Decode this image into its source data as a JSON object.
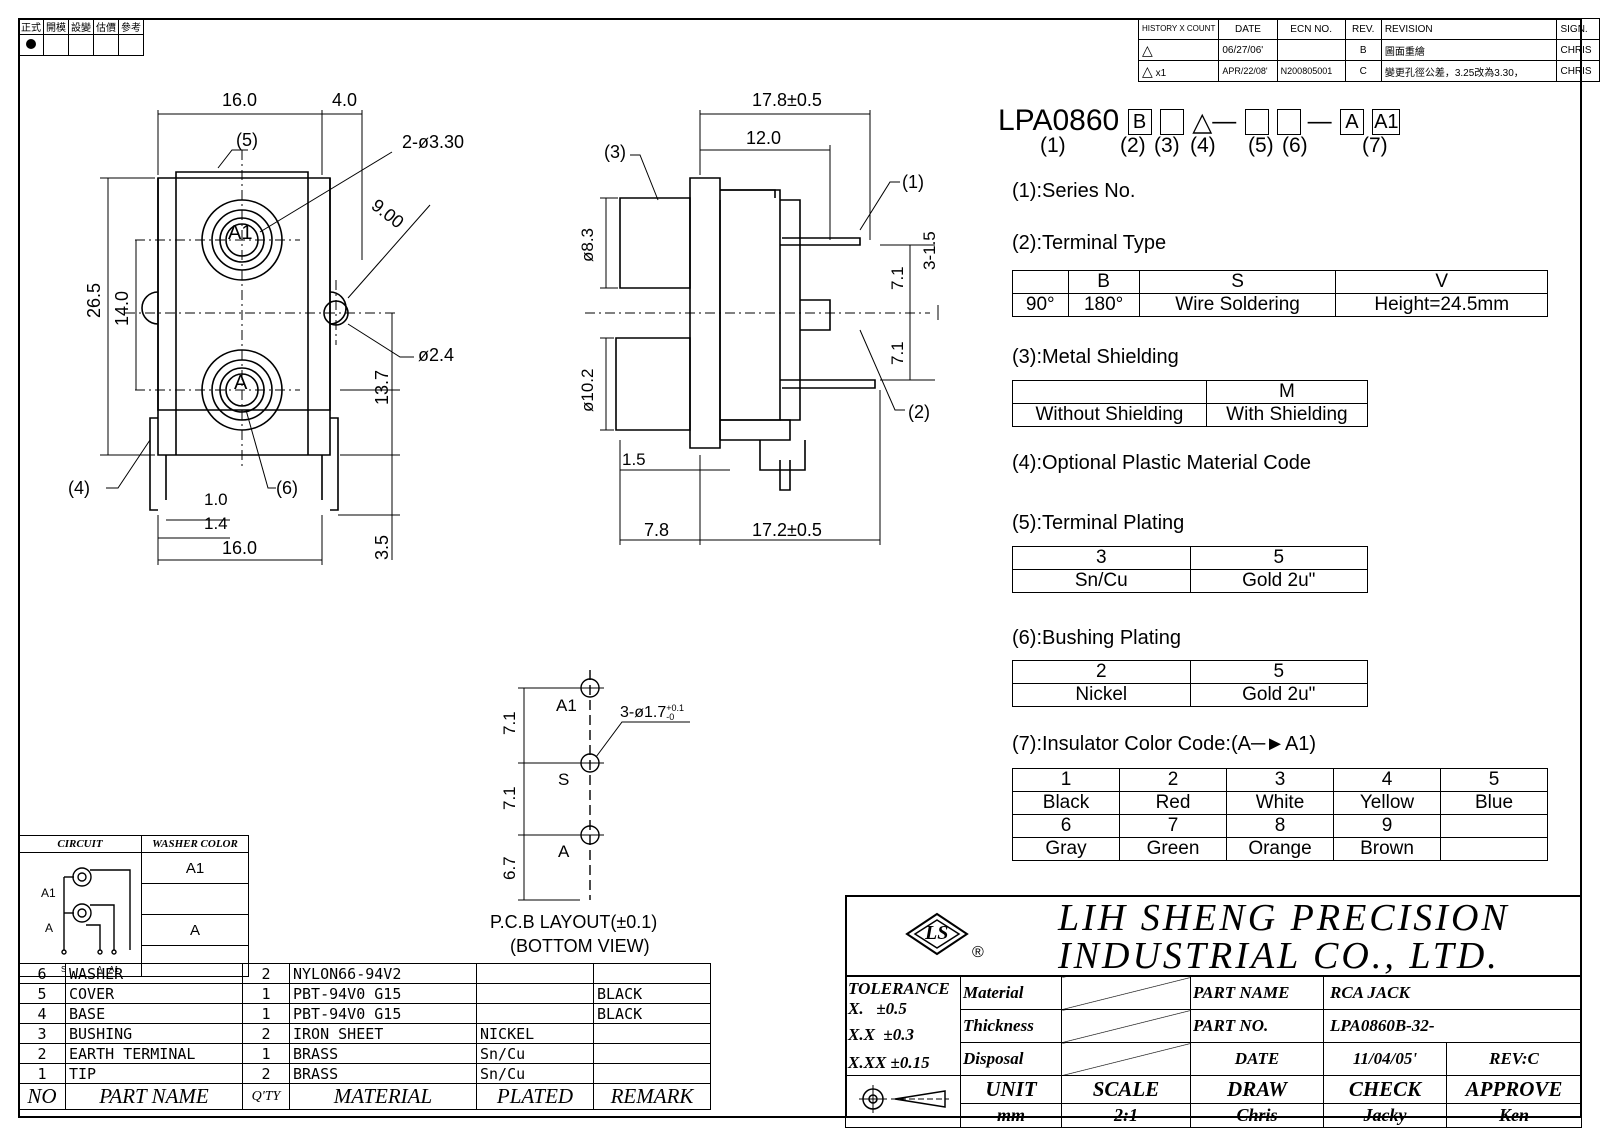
{
  "corner_stamp": {
    "labels": [
      "正式",
      "開模",
      "設變",
      "估價",
      "參考"
    ]
  },
  "history": {
    "headers": [
      "HISTORY X COUNT",
      "DATE",
      "ECN NO.",
      "REV.",
      "REVISION",
      "SIGN."
    ],
    "rows": [
      {
        "count": "",
        "date": "06/27/06'",
        "ecn": "",
        "rev": "B",
        "revision": "圖面重繪",
        "sign": "CHRIS"
      },
      {
        "count": "x1",
        "date": "APR/22/08'",
        "ecn": "N200805001",
        "rev": "C",
        "revision": "變更孔徑公差，3.25改為3.30，",
        "sign": "CHRIS"
      }
    ]
  },
  "part_code": {
    "prefix": "LPA0860",
    "boxes": [
      "B",
      "",
      "△",
      "",
      "",
      "A",
      "A1"
    ],
    "indices": [
      "(1)",
      "(2)",
      "(3)",
      "(4)",
      "(5)",
      "(6)",
      "(7)"
    ]
  },
  "options": {
    "series_no": "(1):Series No.",
    "terminal_type": {
      "title": "(2):Terminal Type",
      "header": [
        "",
        "B",
        "S",
        "V"
      ],
      "row": [
        "90°",
        "180°",
        "Wire Soldering",
        "Height=24.5mm"
      ]
    },
    "metal_shielding": {
      "title": "(3):Metal Shielding",
      "header": [
        "",
        "M"
      ],
      "row": [
        "Without Shielding",
        "With Shielding"
      ]
    },
    "plastic_material": {
      "title": "(4):Optional Plastic Material Code"
    },
    "terminal_plating": {
      "title": "(5):Terminal Plating",
      "header": [
        "3",
        "5"
      ],
      "row": [
        "Sn/Cu",
        "Gold 2u\""
      ]
    },
    "bushing_plating": {
      "title": "(6):Bushing Plating",
      "header": [
        "2",
        "5"
      ],
      "row": [
        "Nickel",
        "Gold 2u\""
      ]
    },
    "insulator_color": {
      "title": "(7):Insulator Color Code:(A",
      "title_end": "A1)",
      "rows": [
        [
          "1",
          "2",
          "3",
          "4",
          "5"
        ],
        [
          "Black",
          "Red",
          "White",
          "Yellow",
          "Blue"
        ],
        [
          "6",
          "7",
          "8",
          "9",
          ""
        ],
        [
          "Gray",
          "Green",
          "Orange",
          "Brown",
          ""
        ]
      ]
    }
  },
  "front_view": {
    "dims": {
      "w16": "16.0",
      "w4": "4.0",
      "h265": "26.5",
      "h14": "14.0",
      "h137": "13.7",
      "d33": "2-ø3.30",
      "r9": "9.00",
      "d24": "ø2.4",
      "d10": "1.0",
      "d14": "1.4",
      "w16b": "16.0",
      "h35": "3.5"
    },
    "callouts": {
      "c5": "(5)",
      "c4": "(4)",
      "c6": "(6)"
    },
    "jacks": {
      "top": "A1",
      "bottom": "A"
    }
  },
  "side_view": {
    "dims": {
      "w178": "17.8±0.5",
      "w12": "12.0",
      "d83": "ø8.3",
      "d102": "ø10.2",
      "h315": "3-1.5",
      "h71a": "7.1",
      "h71b": "7.1",
      "w15": "1.5",
      "w78": "7.8",
      "w172": "17.2±0.5"
    },
    "callouts": {
      "c3": "(3)",
      "c1": "(1)",
      "c2": "(2)"
    }
  },
  "pcb_layout": {
    "labels": {
      "a1": "A1",
      "s": "S",
      "a": "A"
    },
    "dims": {
      "holes": "3-ø1.7",
      "tol_plus": "+0.1",
      "tol_minus": "-0",
      "p1": "7.1",
      "p2": "7.1",
      "p3": "6.7"
    },
    "caption1": "P.C.B LAYOUT(±0.1)",
    "caption2": "(BOTTOM VIEW)"
  },
  "circuit": {
    "headers": [
      "CIRCUIT",
      "WASHER COLOR"
    ],
    "washer": [
      "A1",
      "",
      "A",
      ""
    ],
    "pins": {
      "a1": "A1",
      "a": "A",
      "s": "S",
      "pa": "A",
      "pa1": "A1"
    }
  },
  "bom": {
    "header": [
      "NO",
      "PART NAME",
      "Q'TY",
      "MATERIAL",
      "PLATED",
      "REMARK"
    ],
    "rows": [
      [
        "6",
        "WASHER",
        "2",
        "NYLON66-94V2",
        "",
        ""
      ],
      [
        "5",
        "COVER",
        "1",
        "PBT-94V0 G15",
        "",
        "BLACK"
      ],
      [
        "4",
        "BASE",
        "1",
        "PBT-94V0 G15",
        "",
        "BLACK"
      ],
      [
        "3",
        "BUSHING",
        "2",
        "IRON SHEET",
        "NICKEL",
        ""
      ],
      [
        "2",
        "EARTH TERMINAL",
        "1",
        "BRASS",
        "Sn/Cu",
        ""
      ],
      [
        "1",
        "TIP",
        "2",
        "BRASS",
        "Sn/Cu",
        ""
      ]
    ]
  },
  "title_block": {
    "company1": "LIH SHENG PRECISION",
    "company2": "INDUSTRIAL CO., LTD.",
    "tolerance_title": "TOLERANCE",
    "tol1": "X.   ±0.5",
    "tol2": "X.X  ±0.3",
    "tol3": "X.XX ±0.15",
    "material": "Material",
    "thickness": "Thickness",
    "disposal": "Disposal",
    "part_name_label": "PART NAME",
    "part_name": "RCA JACK",
    "part_no_label": "PART NO.",
    "part_no": "LPA0860B-32-",
    "date_label": "DATE",
    "date": "11/04/05'",
    "rev": "REV:C",
    "unit_label": "UNIT",
    "unit": "mm",
    "scale_label": "SCALE",
    "scale": "2:1",
    "draw_label": "DRAW",
    "draw": "Chris",
    "check_label": "CHECK",
    "check": "Jacky",
    "approve_label": "APPROVE",
    "approve": "Ken",
    "logo_mark": "LS",
    "registered": "®"
  }
}
